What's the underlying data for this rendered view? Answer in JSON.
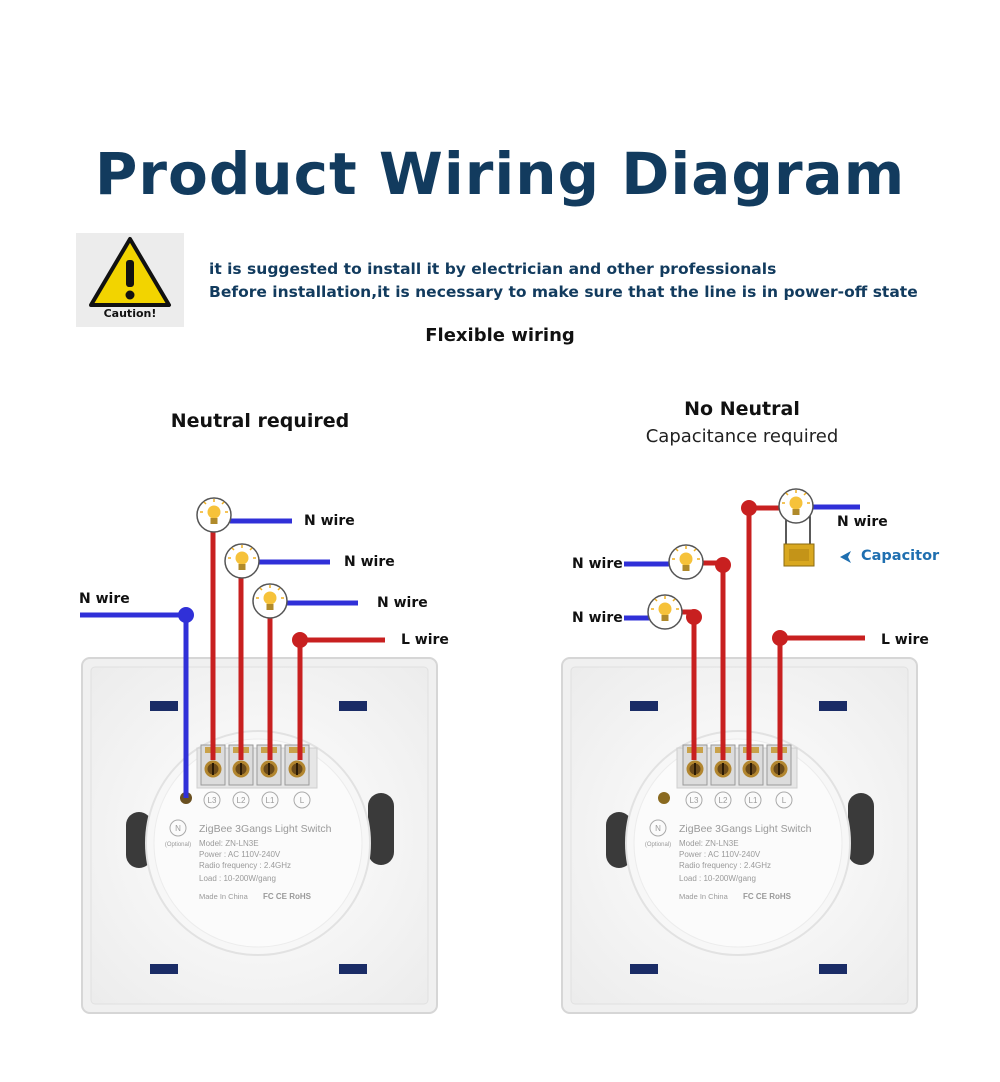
{
  "title": "Product Wiring Diagram",
  "caution": {
    "label": "Caution!",
    "icon": "warning-triangle-icon",
    "line1": "it is suggested to install it by electrician and other professionals",
    "line2": "Before installation,it is necessary to make sure that the line is in power-off state"
  },
  "subtitle": "Flexible wiring",
  "colors": {
    "title": "#123b5e",
    "live_wire": "#c82020",
    "neutral_wire": "#3030d8",
    "capacitor_label": "#1f6fb0"
  },
  "left": {
    "title": "Neutral required",
    "labels": {
      "n1": "N wire",
      "n2": "N wire",
      "n3": "N wire",
      "n_main": "N wire",
      "l": "L wire"
    }
  },
  "right": {
    "title": "No Neutral",
    "subtitle": "Capacitance required",
    "labels": {
      "n1": "N wire",
      "n2": "N wire",
      "n3": "N wire",
      "l": "L wire",
      "capacitor": "Capacitor"
    }
  },
  "device": {
    "name": "ZigBee 3Gangs Light Switch",
    "model": "Model: ZN-LN3E",
    "power": "Power : AC 110V-240V",
    "radio": "Radio frequency : 2.4GHz",
    "load": "Load : 10-200W/gang",
    "origin": "Made In China",
    "certs": "FC CE RoHS",
    "terminals": [
      "L3",
      "L2",
      "L1",
      "L"
    ],
    "neutral_terminal": "N",
    "optional": "(Optional)"
  }
}
